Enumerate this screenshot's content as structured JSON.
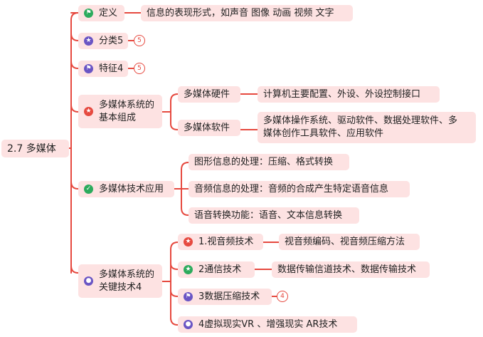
{
  "colors": {
    "node_fill": "#fde2e2",
    "line": "#e6493f",
    "icon_green": "#2dab5d",
    "icon_purple": "#6a55c4",
    "icon_red": "#e6493f"
  },
  "root": {
    "label": "2.7 多媒体"
  },
  "branches": [
    {
      "label": "定义",
      "icon": "flag-icon",
      "children": [
        {
          "label": "信息的表现形式，如声音 图像 动画 视频 文字"
        }
      ]
    },
    {
      "label": "分类5",
      "icon": "star-icon",
      "badge": "5"
    },
    {
      "label": "特征4",
      "icon": "flag-icon",
      "badge": "5"
    },
    {
      "label_line1": "多媒体系统的",
      "label_line2": "基本组成",
      "icon": "star-icon",
      "children": [
        {
          "label": "多媒体硬件",
          "children": [
            {
              "label": "计算机主要配置、外设、外设控制接口"
            }
          ]
        },
        {
          "label": "多媒体软件",
          "children": [
            {
              "label_line1": "多媒体操作系统、驱动软件、数据处理软件、多",
              "label_line2": "媒体创作工具软件、应用软件"
            }
          ]
        }
      ]
    },
    {
      "label": "多媒体技术应用",
      "icon": "check-icon",
      "children": [
        {
          "label": "图形信息的处理：压缩、格式转换"
        },
        {
          "label": "音频信息的处理：音频的合成产生特定语音信息"
        },
        {
          "label": "语音转换功能：语音、文本信息转换"
        }
      ]
    },
    {
      "label_line1": "多媒体系统的",
      "label_line2": "关键技术4",
      "icon": "person-icon",
      "children": [
        {
          "label": "1.视音频技术",
          "icon": "star-icon",
          "children": [
            {
              "label": "视音频编码、视音频压缩方法"
            }
          ]
        },
        {
          "label": "2通信技术",
          "icon": "star-icon",
          "children": [
            {
              "label": "数据传输信道技术、数据传输技术"
            }
          ]
        },
        {
          "label": "3数据压缩技术",
          "icon": "flag-icon",
          "badge": "4"
        },
        {
          "label": "4虚拟现实VR 、增强现实 AR技术",
          "icon": "person-icon"
        }
      ]
    }
  ]
}
